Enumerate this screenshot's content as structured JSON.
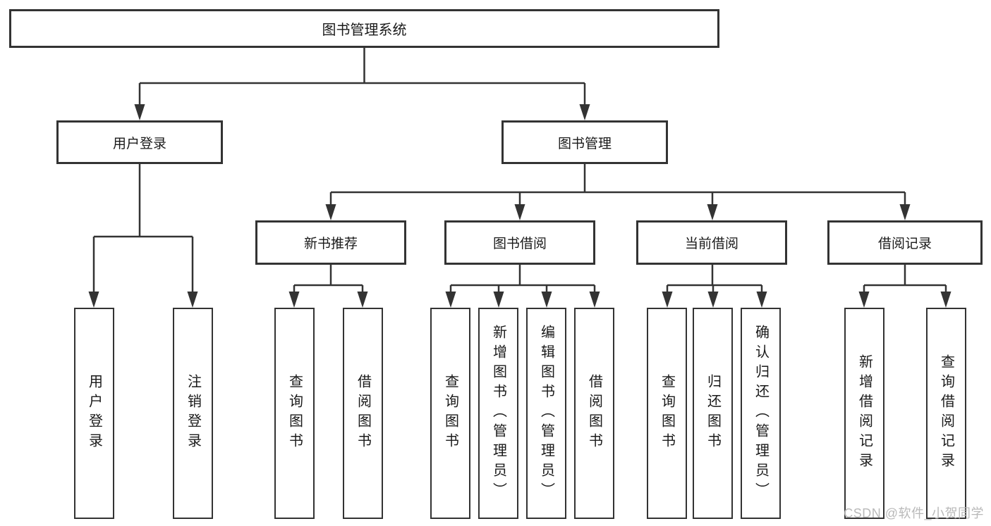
{
  "tree": {
    "label": "图书管理系统",
    "children": [
      {
        "label": "用户登录",
        "children": [
          {
            "label": "用户登录"
          },
          {
            "label": "注销登录"
          }
        ]
      },
      {
        "label": "图书管理",
        "children": [
          {
            "label": "新书推荐",
            "children": [
              {
                "label": "查询图书"
              },
              {
                "label": "借阅图书"
              }
            ]
          },
          {
            "label": "图书借阅",
            "children": [
              {
                "label": "查询图书"
              },
              {
                "label": "新增图书（管理员）"
              },
              {
                "label": "编辑图书（管理员）"
              },
              {
                "label": "借阅图书"
              }
            ]
          },
          {
            "label": "当前借阅",
            "children": [
              {
                "label": "查询图书"
              },
              {
                "label": "归还图书"
              },
              {
                "label": "确认归还（管理员）"
              }
            ]
          },
          {
            "label": "借阅记录",
            "children": [
              {
                "label": "新增借阅记录"
              },
              {
                "label": "查询借阅记录"
              }
            ]
          }
        ]
      }
    ]
  },
  "watermark": {
    "label": "CSDN @软件_小贺同学"
  },
  "colors": {
    "line": "#333333",
    "box_border": "#333333",
    "text": "#1a1a1a",
    "watermark": "#b9b9b9",
    "background": "#ffffff"
  }
}
